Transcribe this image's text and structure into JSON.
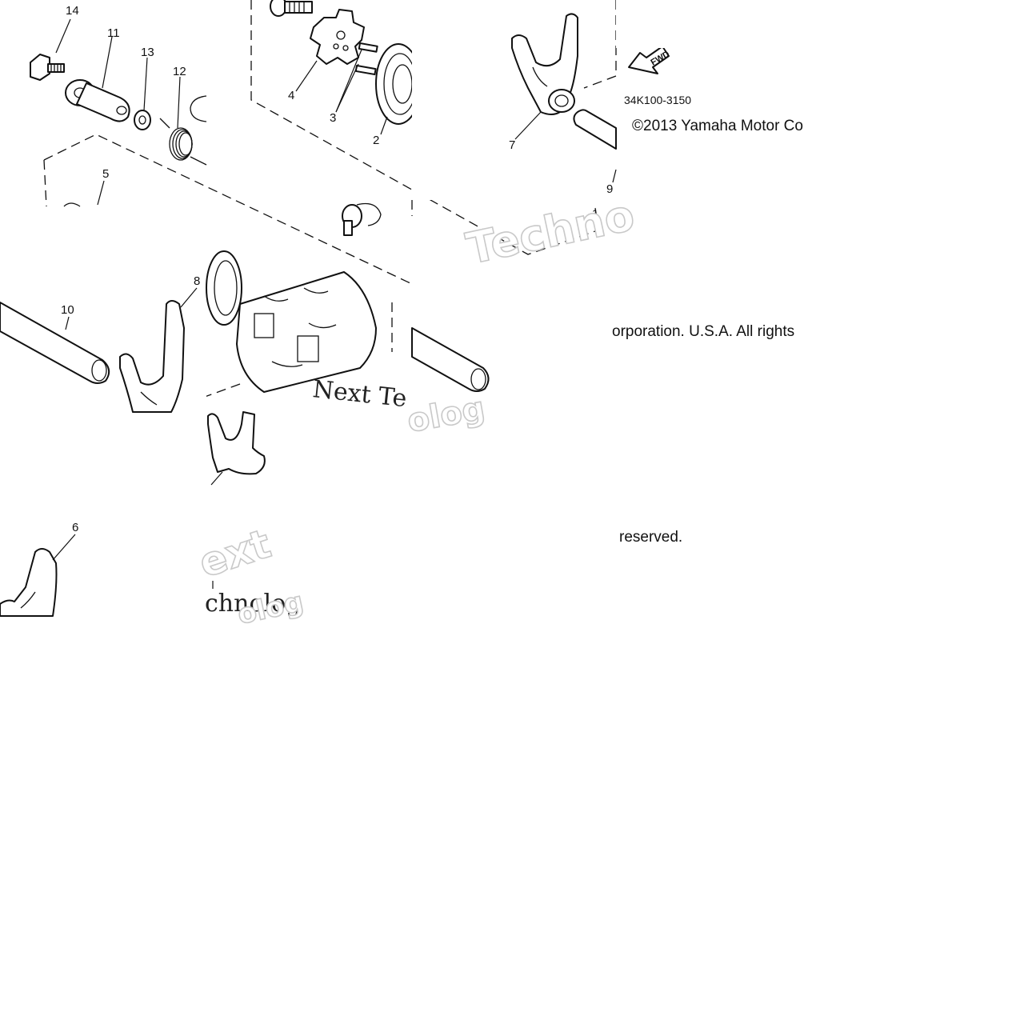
{
  "callouts": [
    "14",
    "11",
    "13",
    "12",
    "4",
    "3",
    "2",
    "7",
    "9",
    "5",
    "10",
    "8",
    "6",
    "1"
  ],
  "diagram_code": "34K100-3150",
  "copyright": "©2013 Yamaha Motor Co",
  "rights_line": "orporation. U.S.A. All rights",
  "reserved_line": "reserved.",
  "fwd_label": "FWD",
  "watermark": {
    "techno": "Techno",
    "next": "ext",
    "chnolog": "chnolog",
    "next_te": "Next Te",
    "logy": "olog",
    "olog2": "olog"
  }
}
